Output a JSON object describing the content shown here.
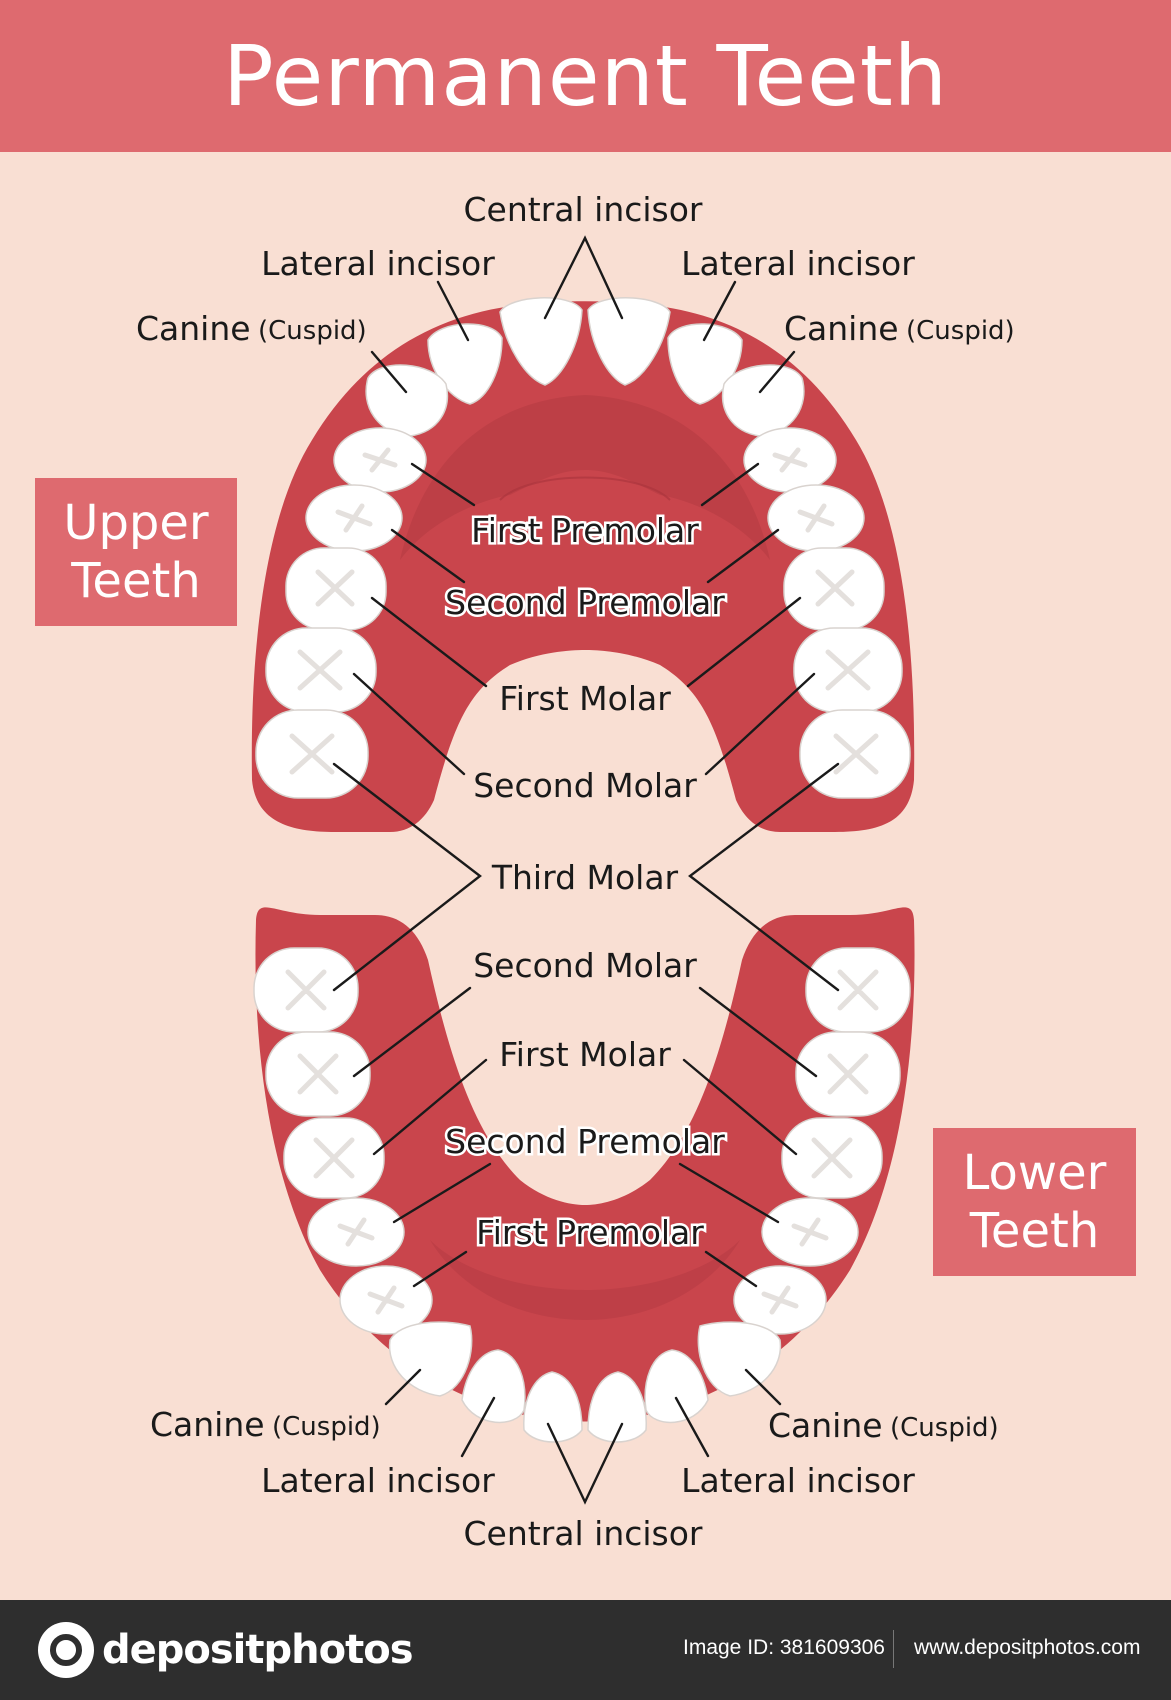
{
  "title": "Permanent Teeth",
  "colors": {
    "accent": "#de6a6f",
    "background": "#f9dfd3",
    "gum": "#c9454c",
    "gum_dark": "#b33a42",
    "tooth": "#ffffff",
    "footer": "#2e2e2e"
  },
  "upper_box": {
    "line1": "Upper",
    "line2": "Teeth"
  },
  "lower_box": {
    "line1": "Lower",
    "line2": "Teeth"
  },
  "labels": {
    "upper_central_incisor": "Central incisor",
    "upper_lateral_incisor_left": "Lateral incisor",
    "upper_lateral_incisor_right": "Lateral incisor",
    "upper_canine_left": "Canine",
    "upper_canine_left_sub": "(Cuspid)",
    "upper_canine_right": "Canine",
    "upper_canine_right_sub": "(Cuspid)",
    "upper_first_premolar": "First Premolar",
    "upper_second_premolar": "Second Premolar",
    "upper_first_molar": "First Molar",
    "upper_second_molar": "Second Molar",
    "third_molar": "Third Molar",
    "lower_second_molar": "Second Molar",
    "lower_first_molar": "First Molar",
    "lower_second_premolar": "Second Premolar",
    "lower_first_premolar": "First Premolar",
    "lower_canine_left": "Canine",
    "lower_canine_left_sub": "(Cuspid)",
    "lower_canine_right": "Canine",
    "lower_canine_right_sub": "(Cuspid)",
    "lower_lateral_incisor_left": "Lateral incisor",
    "lower_lateral_incisor_right": "Lateral incisor",
    "lower_central_incisor": "Central incisor"
  },
  "icons": {
    "logo": "depositphotos-logo-icon",
    "tooth": "tooth-icon"
  },
  "footer": {
    "brand": "depositphotos",
    "image_id": "Image ID: 381609306",
    "url": "www.depositphotos.com"
  }
}
